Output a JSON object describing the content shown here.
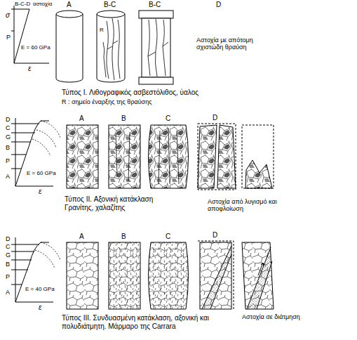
{
  "diagram": {
    "labels": [
      "B-C-D",
      "αστοχία",
      "σ",
      "P",
      "E = 60 GPa",
      "ε",
      "A",
      "B-C",
      "B-C",
      "D",
      "R",
      "Αστοχία με απότομη σχιστώδη θραύση",
      "Τύπος I. Λιθογραφικός ασβεστόλιθος, ύαλος",
      "R : σημείο έναρξης της θραύσης",
      "D",
      "C",
      "G",
      "B",
      "P",
      "A",
      "E = 60 GPa",
      "ε",
      "A",
      "B",
      "C",
      "D",
      "Τύπος II. Αξονική κατάκλαση Γρανίτης, χαλαζίτης",
      "Αστοχία από λυγισμό και αποφλοίωση",
      "D",
      "C",
      "G",
      "B",
      "P",
      "A",
      "E = 40 GPa",
      "ε",
      "A",
      "B",
      "C",
      "D",
      "Τύπος III. Συνδυασμένη κατάκλαση, αξονική και πολυδιάτμητη. Μάρμαρο της Carrara",
      "Αστοχία σε διάτμηση"
    ]
  }
}
